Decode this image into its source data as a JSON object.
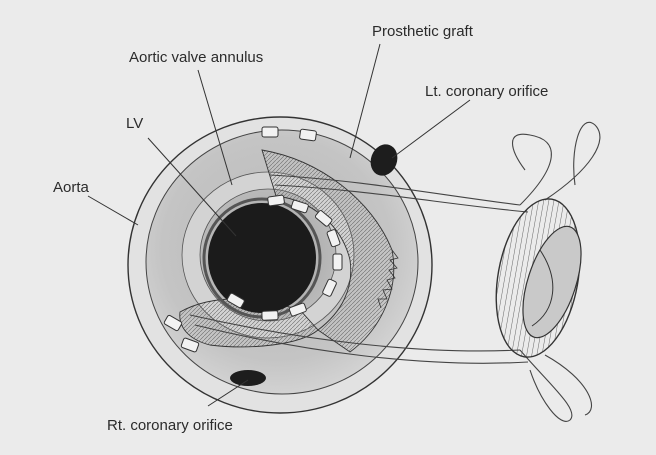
{
  "labels": {
    "prosthetic_graft": "Prosthetic graft",
    "aortic_valve_annulus": "Aortic valve annulus",
    "lt_coronary_orifice": "Lt. coronary orifice",
    "lv": "LV",
    "aorta": "Aorta",
    "rt_coronary_orifice": "Rt. coronary orifice"
  }
}
